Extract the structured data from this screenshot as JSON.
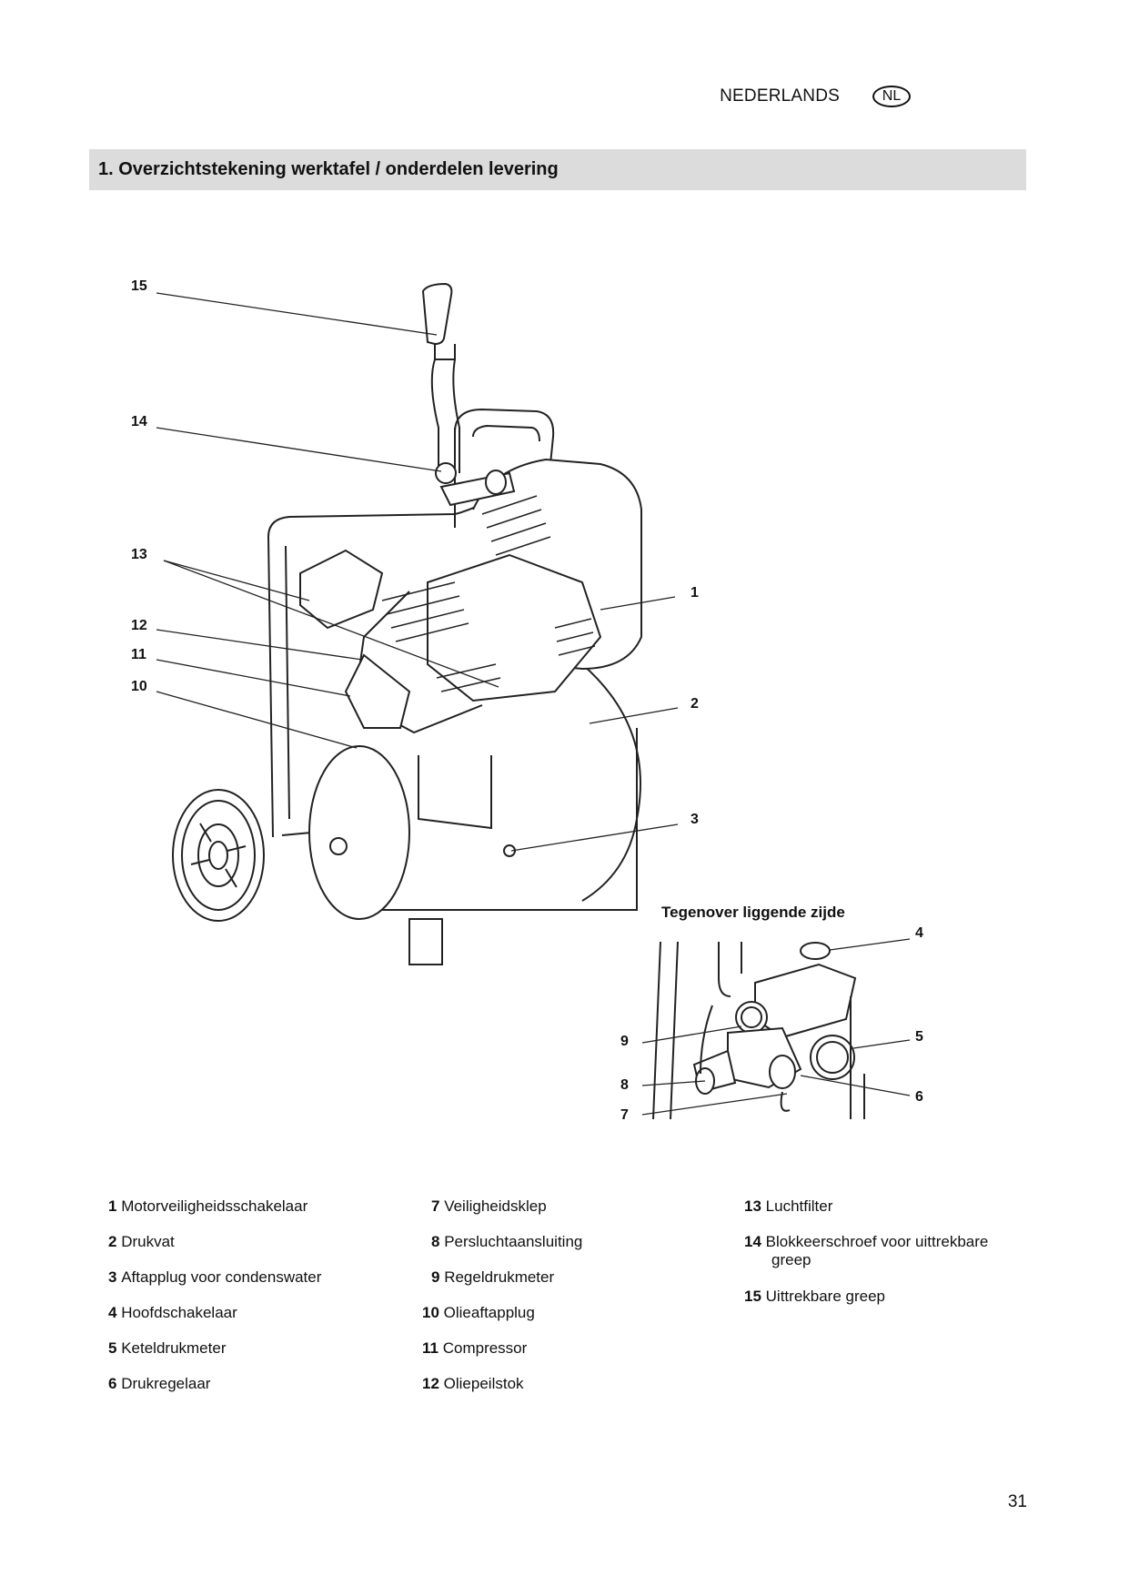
{
  "header": {
    "language": "NEDERLANDS",
    "badge": "NL"
  },
  "section": {
    "title": "1. Overzichtstekening werktafel / onderdelen levering"
  },
  "figure": {
    "callouts": [
      "15",
      "14",
      "13",
      "12",
      "11",
      "10",
      "1",
      "2",
      "3",
      "4",
      "5",
      "6",
      "7",
      "8",
      "9"
    ],
    "subcaption": "Tegenover liggende zijde"
  },
  "legend": {
    "col1": [
      {
        "num": "1",
        "text": "Motorveiligheidsschakelaar"
      },
      {
        "num": "2",
        "text": "Drukvat"
      },
      {
        "num": "3",
        "text": "Aftapplug voor condenswater"
      },
      {
        "num": "4",
        "text": "Hoofdschakelaar"
      },
      {
        "num": "5",
        "text": "Keteldrukmeter"
      },
      {
        "num": "6",
        "text": "Drukregelaar"
      }
    ],
    "col2": [
      {
        "num": "7",
        "text": "Veiligheidsklep"
      },
      {
        "num": "8",
        "text": "Persluchtaansluiting"
      },
      {
        "num": "9",
        "text": "Regeldrukmeter"
      },
      {
        "num": "10",
        "text": "Olieaftapplug"
      },
      {
        "num": "11",
        "text": "Compressor"
      },
      {
        "num": "12",
        "text": "Oliepeilstok"
      }
    ],
    "col3": [
      {
        "num": "13",
        "text": "Luchtfilter"
      },
      {
        "num": "14",
        "text": "Blokkeerschroef voor uittrekbare",
        "cont": "greep"
      },
      {
        "num": "15",
        "text": "Uittrekbare greep"
      }
    ]
  },
  "page_number": "31"
}
